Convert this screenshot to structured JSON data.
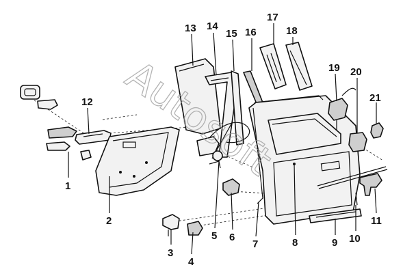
{
  "watermark": "Autosoft",
  "callouts": [
    "1",
    "2",
    "3",
    "4",
    "5",
    "6",
    "7",
    "8",
    "9",
    "10",
    "11",
    "12",
    "13",
    "14",
    "15",
    "16",
    "17",
    "18",
    "19",
    "20",
    "21"
  ]
}
